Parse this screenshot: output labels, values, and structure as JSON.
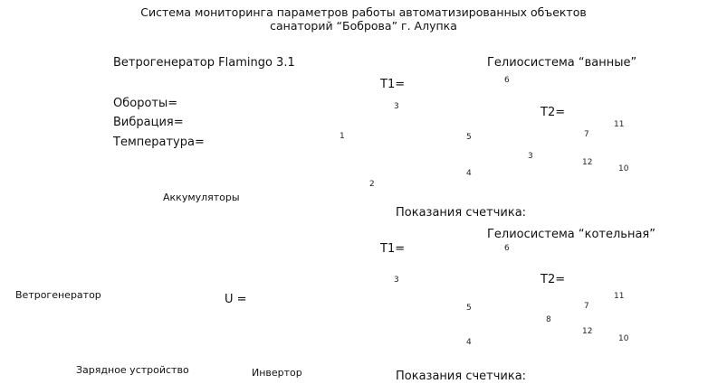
{
  "title": {
    "line1": "Система мониторинга параметров работы автоматизированных объектов",
    "line2": "санаторий “Боброва” г. Алупка"
  },
  "wind": {
    "heading": "Ветрогенератор Flamingo 3.1",
    "rpm": "Обороты=",
    "vibration": "Вибрация=",
    "temperature": "Температура=",
    "turbine_label": "Ветрогенератор",
    "batteries_label": "Аккумуляторы",
    "charger_label": "Зарядное устройство",
    "inverter_label": "Инвертор",
    "voltage": "U ="
  },
  "solar_top": {
    "title": "Гелиосистема “ванные”",
    "t1": "T1=",
    "t2": "T2=",
    "meter": "Показания счетчика:"
  },
  "solar_bottom": {
    "title": "Гелиосистема “котельная”",
    "t1": "T1=",
    "t2": "T2=",
    "meter": "Показания счетчика:"
  },
  "numbers": {
    "n1": "1",
    "n2": "2",
    "n3": "3",
    "n4": "4",
    "n5": "5",
    "n6": "6",
    "n7": "7",
    "n8": "8",
    "n10": "10",
    "n11": "11",
    "n12": "12"
  },
  "colors": {
    "hot": "#e0312b",
    "cold": "#2a8fd6",
    "pipe_red": "#c9302c",
    "pipe_blue": "#3a9ad9",
    "arrow": "#c47a4c"
  }
}
